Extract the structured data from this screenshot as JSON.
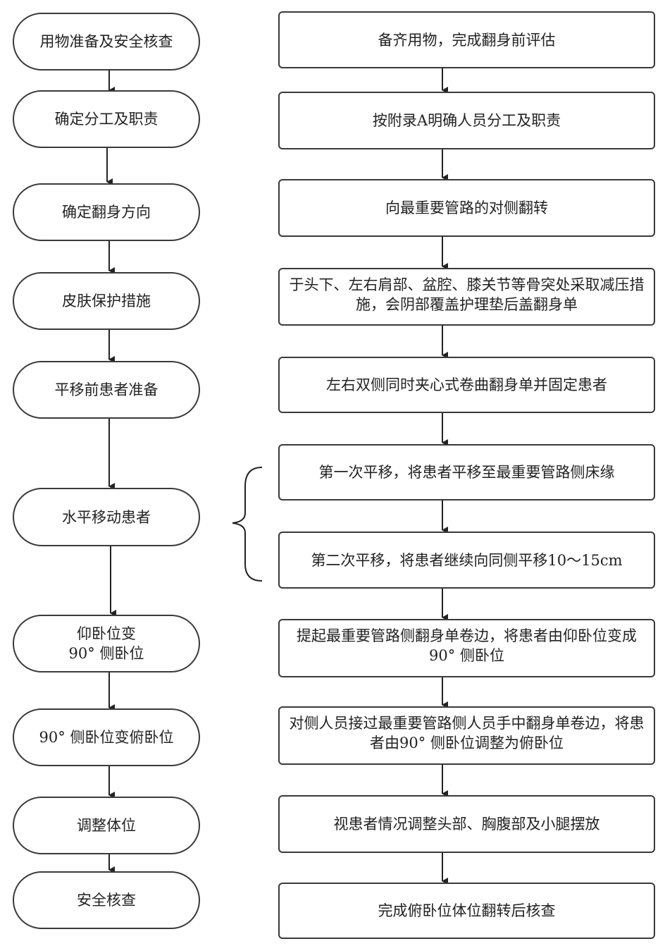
{
  "left_steps": [
    "用物准备及安全核查",
    "确定分工及职责",
    "确定翻身方向",
    "皮肤保护措施",
    "平移前患者准备",
    "水平移动患者",
    "仰卧位变\n90° 侧卧位",
    "90° 侧卧位变俯卧位",
    "调整体位",
    "安全核查"
  ],
  "right_steps": [
    "备齐用物，完成翻身前评估",
    "按附录A明确人员分工及职责",
    "向最重要管路的对侧翻转",
    "于头下、左右肩部、盆腔、膝关节等骨突处采取减压措施，会阴部覆盖护理垫后盖翻身单",
    "左右双侧同时夹心式卷曲翻身单并固定患者",
    "第一次平移，将患者平移至最重要管路侧床缘",
    "第二次平移，将患者继续向同侧平移10～15cm",
    "提起最重要管路侧翻身单卷边，将患者由仰卧位变成90° 侧卧位",
    "对侧人员接过最重要管路侧人员手中翻身单卷边，将患者由90° 侧卧位调整为俯卧位",
    "视患者情况调整头部、胸腹部及小腿摆放",
    "完成俯卧位体位翻转后核查"
  ]
}
